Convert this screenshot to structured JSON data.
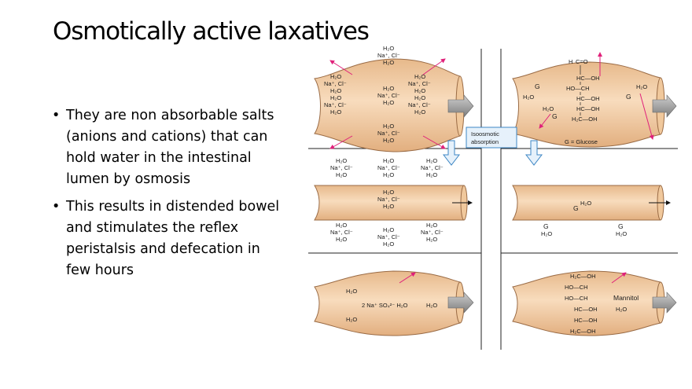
{
  "slide": {
    "title": "Osmotically active laxatives",
    "bullets": [
      "They are non absorbable salts (anions and cations) that can hold water in the intestinal lumen by osmosis",
      "This results in distended bowel and stimulates the reflex peristalsis and defecation in few hours"
    ]
  },
  "figure": {
    "colors": {
      "tube_fill": "#f3d0a9",
      "tube_stroke": "#9a6b45",
      "arrow_pink": "#e0207a",
      "box_blue": "#3c86c4",
      "box_fill": "#e6f1fb",
      "gray_arrow": "#8e8e8e"
    },
    "labels": {
      "h2o": "H₂O",
      "nacl": "Na⁺, Cl⁻",
      "g": "G",
      "isoosmotic_line1": "Isoosmotic",
      "isoosmotic_line2": "absorption",
      "glucose_key": "G = Glucose",
      "sulfate": "2 Na⁺ SO₄²⁻ H₂O",
      "mannitol": "Mannitol",
      "glucose_c_top": "H",
      "glucose_o": "C=O",
      "ch2oh": "H₂C—OH",
      "hc_oh": "HC—OH",
      "ho_ch": "HO—CH"
    }
  }
}
